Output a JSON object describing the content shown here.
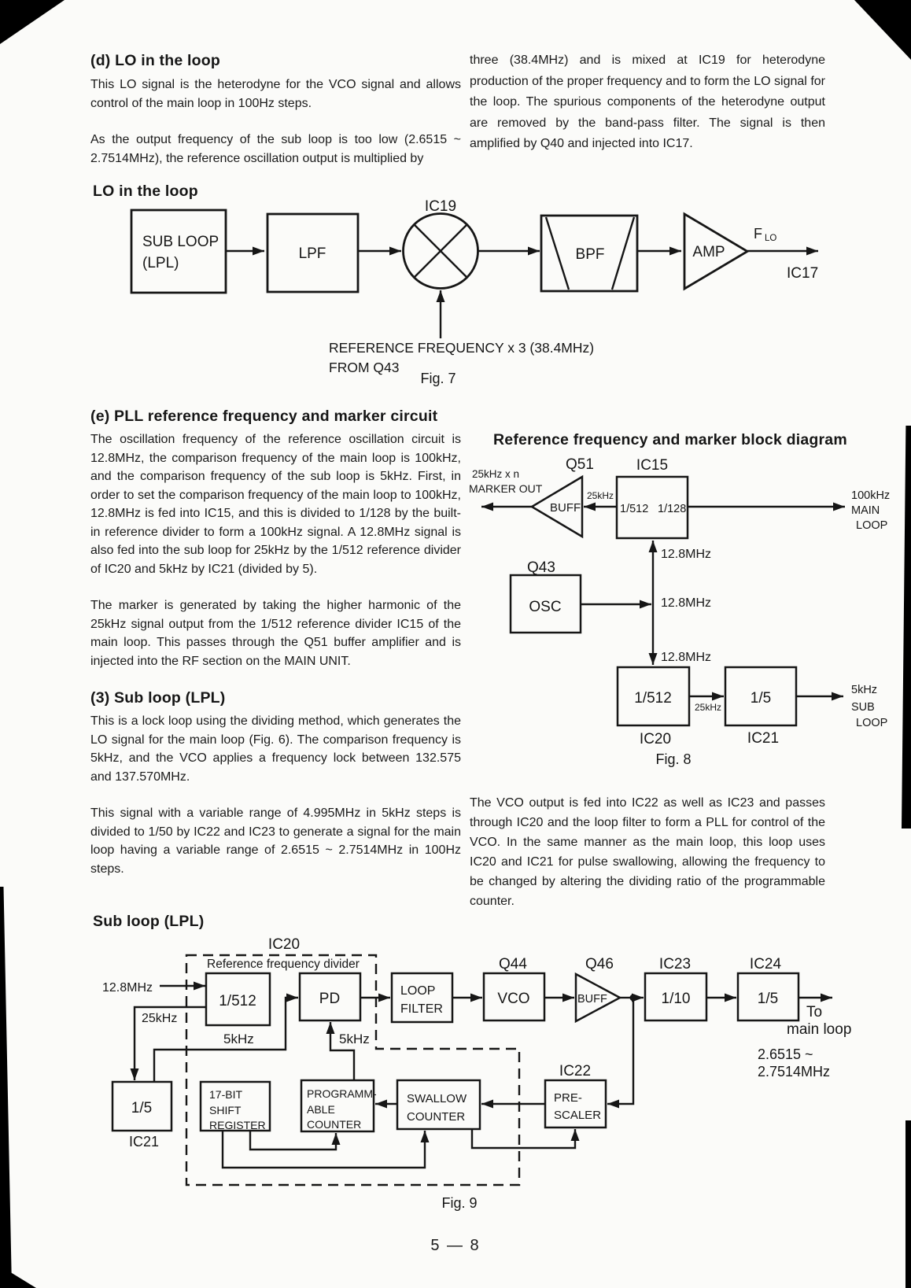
{
  "page": {
    "number": "5 — 8"
  },
  "text": {
    "d_heading": "(d)  LO in the loop",
    "d_para1": "This LO signal is the heterodyne for the VCO signal and allows control of the main loop in 100Hz steps.",
    "d_para2": "As the output frequency of the sub loop is too low (2.6515 ~ 2.7514MHz), the reference oscillation output is multiplied by",
    "r_top_para": "three (38.4MHz) and is mixed at IC19 for heterodyne production of the proper frequency and to form the LO signal for the loop. The spurious components of the heterodyne output are removed by the band-pass filter. The signal is then amplified by Q40 and injected into IC17.",
    "e_heading": "(e)  PLL reference frequency and marker circuit",
    "e_para1": "The oscillation frequency of the reference oscillation circuit is 12.8MHz, the comparison frequency of the main loop is 100kHz, and the comparison frequency of the sub loop is 5kHz. First, in order to set the comparison frequency of the main loop to 100kHz, 12.8MHz is fed into IC15, and this is divided to 1/128 by the built-in reference divider to form a 100kHz signal. A 12.8MHz signal is also fed into the sub loop for 25kHz by the 1/512 reference divider of IC20 and 5kHz by IC21 (divided by 5).",
    "e_para2": "The marker is generated by taking the higher harmonic of the 25kHz signal output from the 1/512 reference divider IC15 of the main loop. This passes through the Q51 buffer amplifier and is injected into the RF section on the MAIN UNIT.",
    "s3_heading": "(3)  Sub loop (LPL)",
    "s3_para1": "This is a lock loop using the dividing method, which generates the LO signal for the main loop (Fig. 6). The comparison frequency is 5kHz, and the VCO applies a frequency lock between 132.575 and 137.570MHz.",
    "s3_para2": "This signal with a variable range of 4.995MHz in 5kHz steps is divided to 1/50 by IC22 and IC23 to generate a signal for the main loop having a variable range of 2.6515 ~ 2.7514MHz in 100Hz steps.",
    "r_mid_para": "The VCO output is fed into IC22 as well as IC23 and passes through IC20 and the loop filter to form a PLL for control of the VCO. In the same manner as the main loop, this loop uses IC20 and IC21 for pulse swallowing, allowing the frequency to be changed by altering the dividing ratio of the programmable counter."
  },
  "fig7": {
    "heading": "LO in the loop",
    "subloop1": "SUB LOOP",
    "subloop2": "(LPL)",
    "lpf": "LPF",
    "ic19": "IC19",
    "bpf": "BPF",
    "amp": "AMP",
    "flo_f": "F",
    "flo_sub": "LO",
    "ic17": "IC17",
    "ref1": "REFERENCE FREQUENCY x 3 (38.4MHz)",
    "ref2": "FROM Q43",
    "caption": "Fig. 7"
  },
  "fig8": {
    "heading": "Reference frequency and marker block diagram",
    "q51": "Q51",
    "buff": "BUFF",
    "ic15": "IC15",
    "div512": "1/512",
    "div128": "1/128",
    "marker1": "25kHz x n",
    "marker2": "MARKER OUT",
    "khz25_top": "25kHz",
    "out_main1": "100kHz",
    "out_main2": "MAIN",
    "out_main3": "LOOP",
    "mhz1": "12.8MHz",
    "mhz2": "12.8MHz",
    "mhz3": "12.8MHz",
    "q43": "Q43",
    "osc": "OSC",
    "div512b": "1/512",
    "khz25_mid": "25kHz",
    "div5": "1/5",
    "ic20": "IC20",
    "ic21": "IC21",
    "out_sub1": "5kHz",
    "out_sub2": "SUB",
    "out_sub3": "LOOP",
    "caption": "Fig. 8"
  },
  "fig9": {
    "heading": "Sub loop (LPL)",
    "ic20": "IC20",
    "refdiv": "Reference frequency divider",
    "mhz": "12.8MHz",
    "div512": "1/512",
    "khz25": "25kHz",
    "khz5a": "5kHz",
    "pd": "PD",
    "khz5b": "5kHz",
    "lf1": "LOOP",
    "lf2": "FILTER",
    "q44": "Q44",
    "vco": "VCO",
    "q46": "Q46",
    "buff": "BUFF",
    "ic23": "IC23",
    "div10": "1/10",
    "ic24": "IC24",
    "div5b": "1/5",
    "to": "To",
    "mainloop": "main loop",
    "range1": "2.6515 ~",
    "range2": "2.7514MHz",
    "div5": "1/5",
    "ic21": "IC21",
    "sr1": "17-BIT",
    "sr2": "SHIFT",
    "sr3": "REGISTER",
    "pc1": "PROGRAMM-",
    "pc2": "ABLE",
    "pc3": "COUNTER",
    "sc1": "SWALLOW",
    "sc2": "COUNTER",
    "ic22": "IC22",
    "ps1": "PRE-",
    "ps2": "SCALER",
    "caption": "Fig. 9"
  }
}
